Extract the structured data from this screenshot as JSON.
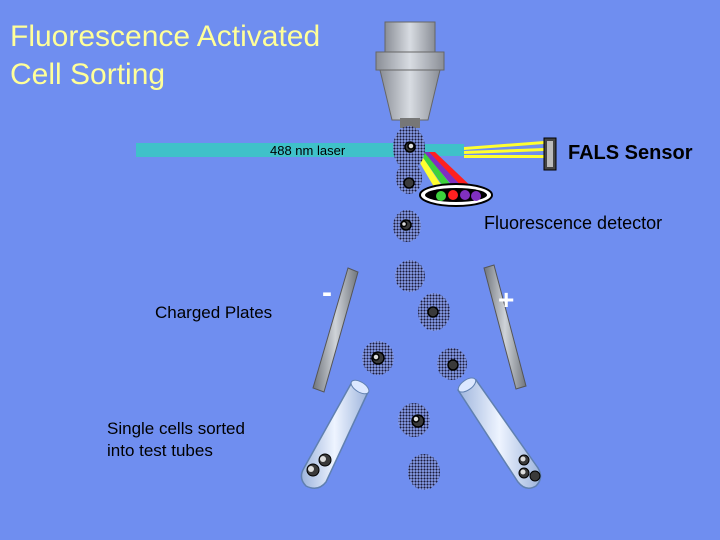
{
  "title": "Fluorescence Activated\nCell Sorting",
  "labels": {
    "laser": "488 nm laser",
    "fals_sensor": "FALS Sensor",
    "fluorescence_detector": "Fluorescence detector",
    "charged_plates": "Charged Plates",
    "minus": "-",
    "plus": "+",
    "sorted": "Single cells sorted\ninto test tubes"
  },
  "colors": {
    "background": "#6f8ef0",
    "title": "#ffff99",
    "laser": "#3fc1c9",
    "droplet": "#2b2b6b",
    "plate": "#9aa0a8",
    "tube": "#c8d8f0",
    "scatter_red": "#ff2020",
    "scatter_green": "#3cd23c",
    "scatter_purple": "#8030c0",
    "scatter_yellow": "#ffff30"
  }
}
